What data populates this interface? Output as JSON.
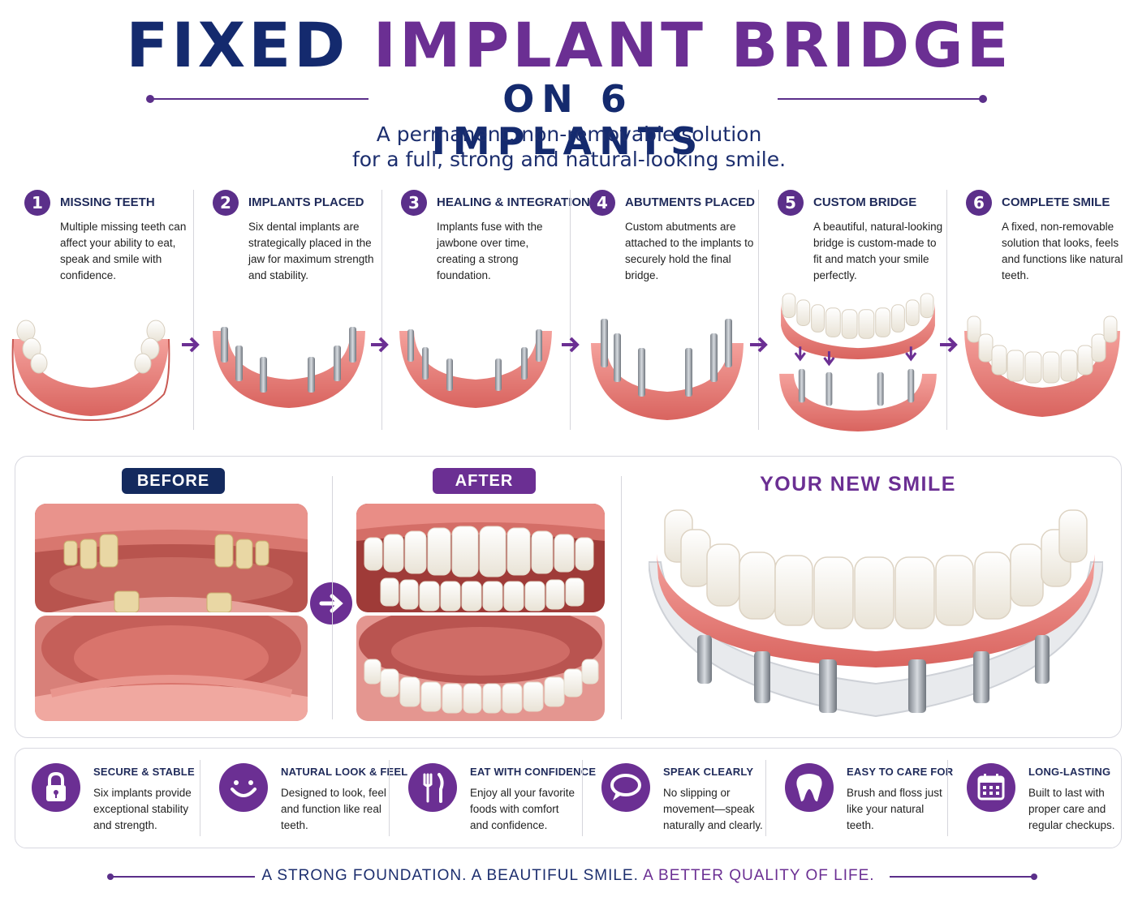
{
  "header": {
    "title_part1": "FIXED",
    "title_part2": "IMPLANT BRIDGE",
    "subtitle": "ON 6 IMPLANTS",
    "tagline_line1": "A permanent, non-removable solution",
    "tagline_line2": "for a full, strong and natural-looking smile."
  },
  "steps": [
    {
      "number": "1",
      "title": "MISSING TEETH",
      "description": "Multiple missing teeth can affect your ability to eat, speak and smile with confidence."
    },
    {
      "number": "2",
      "title": "IMPLANTS PLACED",
      "description": "Six dental implants are strategically placed in the jaw for maximum strength and stability."
    },
    {
      "number": "3",
      "title": "HEALING & INTEGRATION",
      "description": "Implants fuse with the jawbone over time, creating a strong foundation."
    },
    {
      "number": "4",
      "title": "ABUTMENTS PLACED",
      "description": "Custom abutments are attached to the implants to securely hold the final bridge."
    },
    {
      "number": "5",
      "title": "CUSTOM BRIDGE",
      "description": "A beautiful, natural-looking bridge is custom-made to fit and match your smile perfectly."
    },
    {
      "number": "6",
      "title": "COMPLETE SMILE",
      "description": "A fixed, non-removable solution that looks, feels and functions like natural teeth."
    }
  ],
  "comparison": {
    "before_label": "BEFORE",
    "after_label": "AFTER",
    "new_smile_title": "YOUR NEW SMILE"
  },
  "benefits": [
    {
      "icon": "lock-icon",
      "title": "SECURE & STABLE",
      "description": "Six implants provide exceptional stability and strength."
    },
    {
      "icon": "smile-icon",
      "title": "NATURAL LOOK & FEEL",
      "description": "Designed to look, feel and function like real teeth."
    },
    {
      "icon": "fork-knife-icon",
      "title": "EAT WITH CONFIDENCE",
      "description": "Enjoy all your favorite foods with comfort and confidence."
    },
    {
      "icon": "speech-bubble-icon",
      "title": "SPEAK CLEARLY",
      "description": "No slipping or movement—speak naturally and clearly."
    },
    {
      "icon": "tooth-icon",
      "title": "EASY TO CARE FOR",
      "description": "Brush and floss just like your natural teeth."
    },
    {
      "icon": "calendar-icon",
      "title": "LONG-LASTING",
      "description": "Built to last with proper care and regular checkups."
    }
  ],
  "footer": {
    "part1": "A STRONG FOUNDATION. A BEAUTIFUL SMILE.",
    "part2": "A BETTER QUALITY OF LIFE."
  },
  "colors": {
    "navy": "#142a6e",
    "purple": "#6b2f93",
    "gum": "#e8837f",
    "tooth": "#f7f4ec",
    "implant": "#9aa0a8"
  }
}
